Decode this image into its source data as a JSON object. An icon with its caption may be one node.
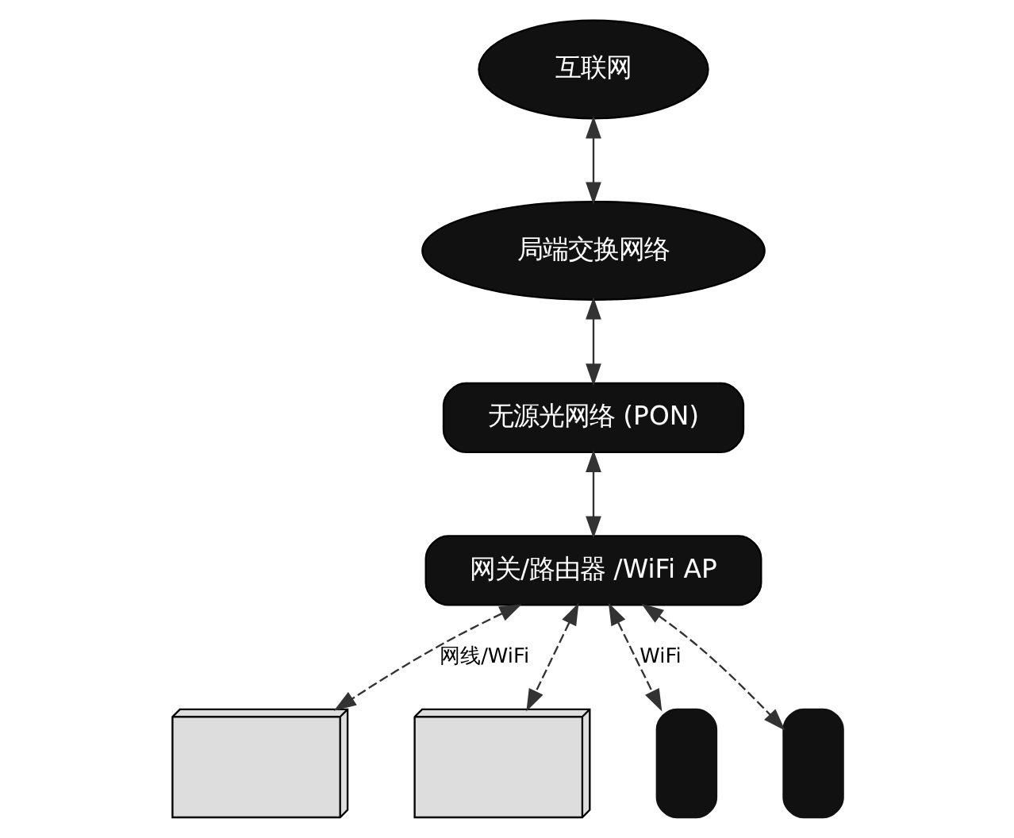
{
  "diagram": {
    "nodes": [
      {
        "text": [
          "互联网"
        ]
      },
      {
        "text": [
          "局端交换网络"
        ]
      },
      {
        "text": [
          "无源光网络 (PON)"
        ]
      },
      {
        "text": [
          "网关/路由器 /WiFi AP"
        ]
      },
      {
        "text": [],
        "shape": "laptop"
      },
      {
        "text": [],
        "shape": "laptop"
      },
      {
        "text": [],
        "shape": "phone"
      },
      {
        "text": [],
        "shape": "phone"
      }
    ],
    "edges": [
      {
        "from": 0,
        "to": 1,
        "arrow": "both"
      },
      {
        "from": 1,
        "to": 2,
        "arrow": "both"
      },
      {
        "from": 2,
        "to": 3,
        "arrow": "both"
      },
      {
        "from": 3,
        "to": 4,
        "arrow": "both",
        "style": "dashed",
        "label": "网线/WiFi"
      },
      {
        "from": 3,
        "to": 5,
        "arrow": "both",
        "style": "dashed"
      },
      {
        "from": 3,
        "to": 6,
        "arrow": "both",
        "style": "dashed",
        "label": "WiFi"
      },
      {
        "from": 3,
        "to": 7,
        "arrow": "both",
        "style": "dashed"
      }
    ]
  }
}
